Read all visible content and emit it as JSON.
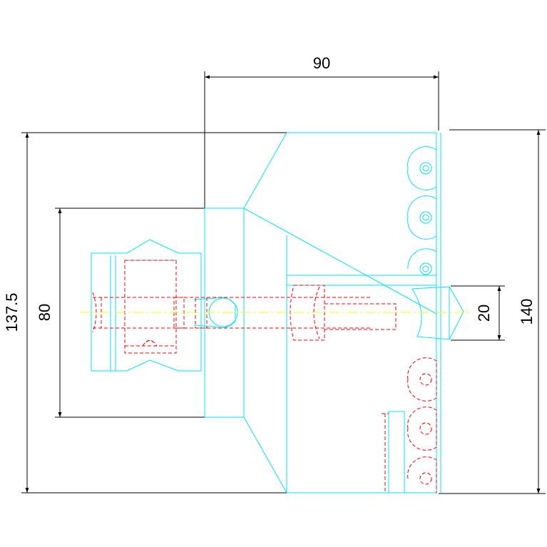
{
  "colors": {
    "background": "#ffffff",
    "outline": "#00e5ff",
    "hidden": "#ff0000",
    "centerline": "#ffff00",
    "dimension": "#000000"
  },
  "dimensions": {
    "top_width": "90",
    "total_height_left": "137.5",
    "inner_height": "80",
    "right_height": "140",
    "pin_height": "20"
  }
}
